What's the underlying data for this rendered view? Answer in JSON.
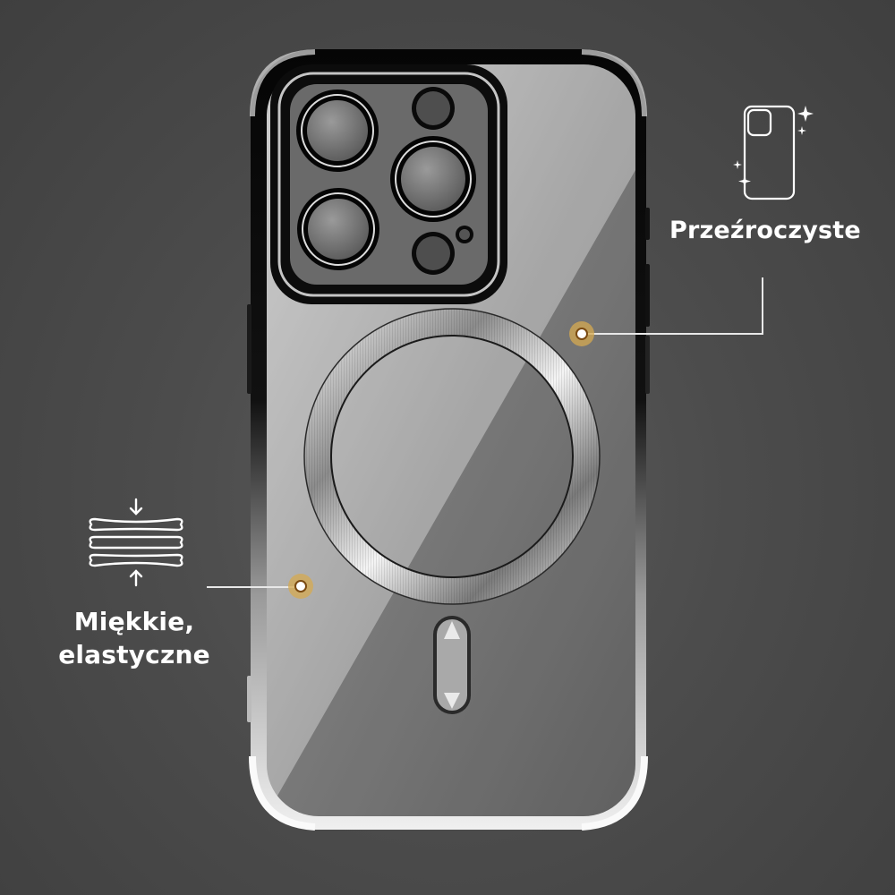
{
  "product": {
    "name": "transparent-magnetic-phone-case",
    "colors": {
      "background": "#4c4c4c",
      "case_frame_top": "#0a0a0a",
      "case_frame_bottom": "#d8d8d8",
      "accent_dot": "#d6aa50",
      "label_text": "#ffffff"
    }
  },
  "callouts": [
    {
      "id": "transparent",
      "label": "Przeźroczyste",
      "icon": "phone-case-sparkle-icon",
      "position": "right"
    },
    {
      "id": "soft-flexible",
      "label_line1": "Miękkie,",
      "label_line2": "elastyczne",
      "icon": "compress-layers-icon",
      "position": "left"
    }
  ]
}
